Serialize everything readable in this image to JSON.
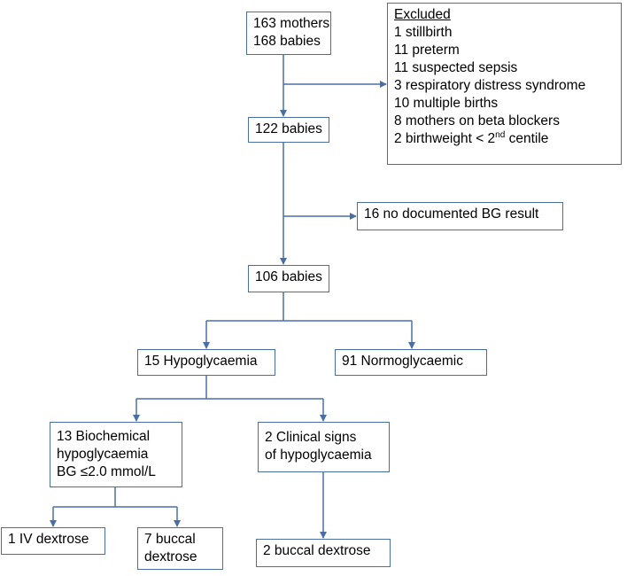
{
  "flowchart": {
    "start": [
      "163 mothers",
      "168 babies"
    ],
    "excluded": {
      "title": "Excluded",
      "items": [
        "1 stillbirth",
        "11 preterm",
        "11 suspected sepsis",
        "3 respiratory distress syndrome",
        "10 multiple births",
        "8 mothers on beta blockers"
      ],
      "last_prefix": "2 birthweight < 2",
      "last_sup": "nd",
      "last_suffix": " centile"
    },
    "babies_122": "122 babies",
    "no_bg": "16 no documented BG result",
    "babies_106": "106 babies",
    "hypo": "15 Hypoglycaemia",
    "normo": "91 Normoglycaemic",
    "biochem": [
      "13 Biochemical",
      "hypoglycaemia",
      "BG ≤2.0 mmol/L"
    ],
    "clinical": [
      "2 Clinical signs",
      "of hypoglycaemia"
    ],
    "iv": "1 IV dextrose",
    "buccal7": [
      "7 buccal",
      "dextrose"
    ],
    "buccal2": "2 buccal dextrose"
  },
  "colors": {
    "border": "#4a6fa5",
    "arrow": "#4a6fa5"
  }
}
